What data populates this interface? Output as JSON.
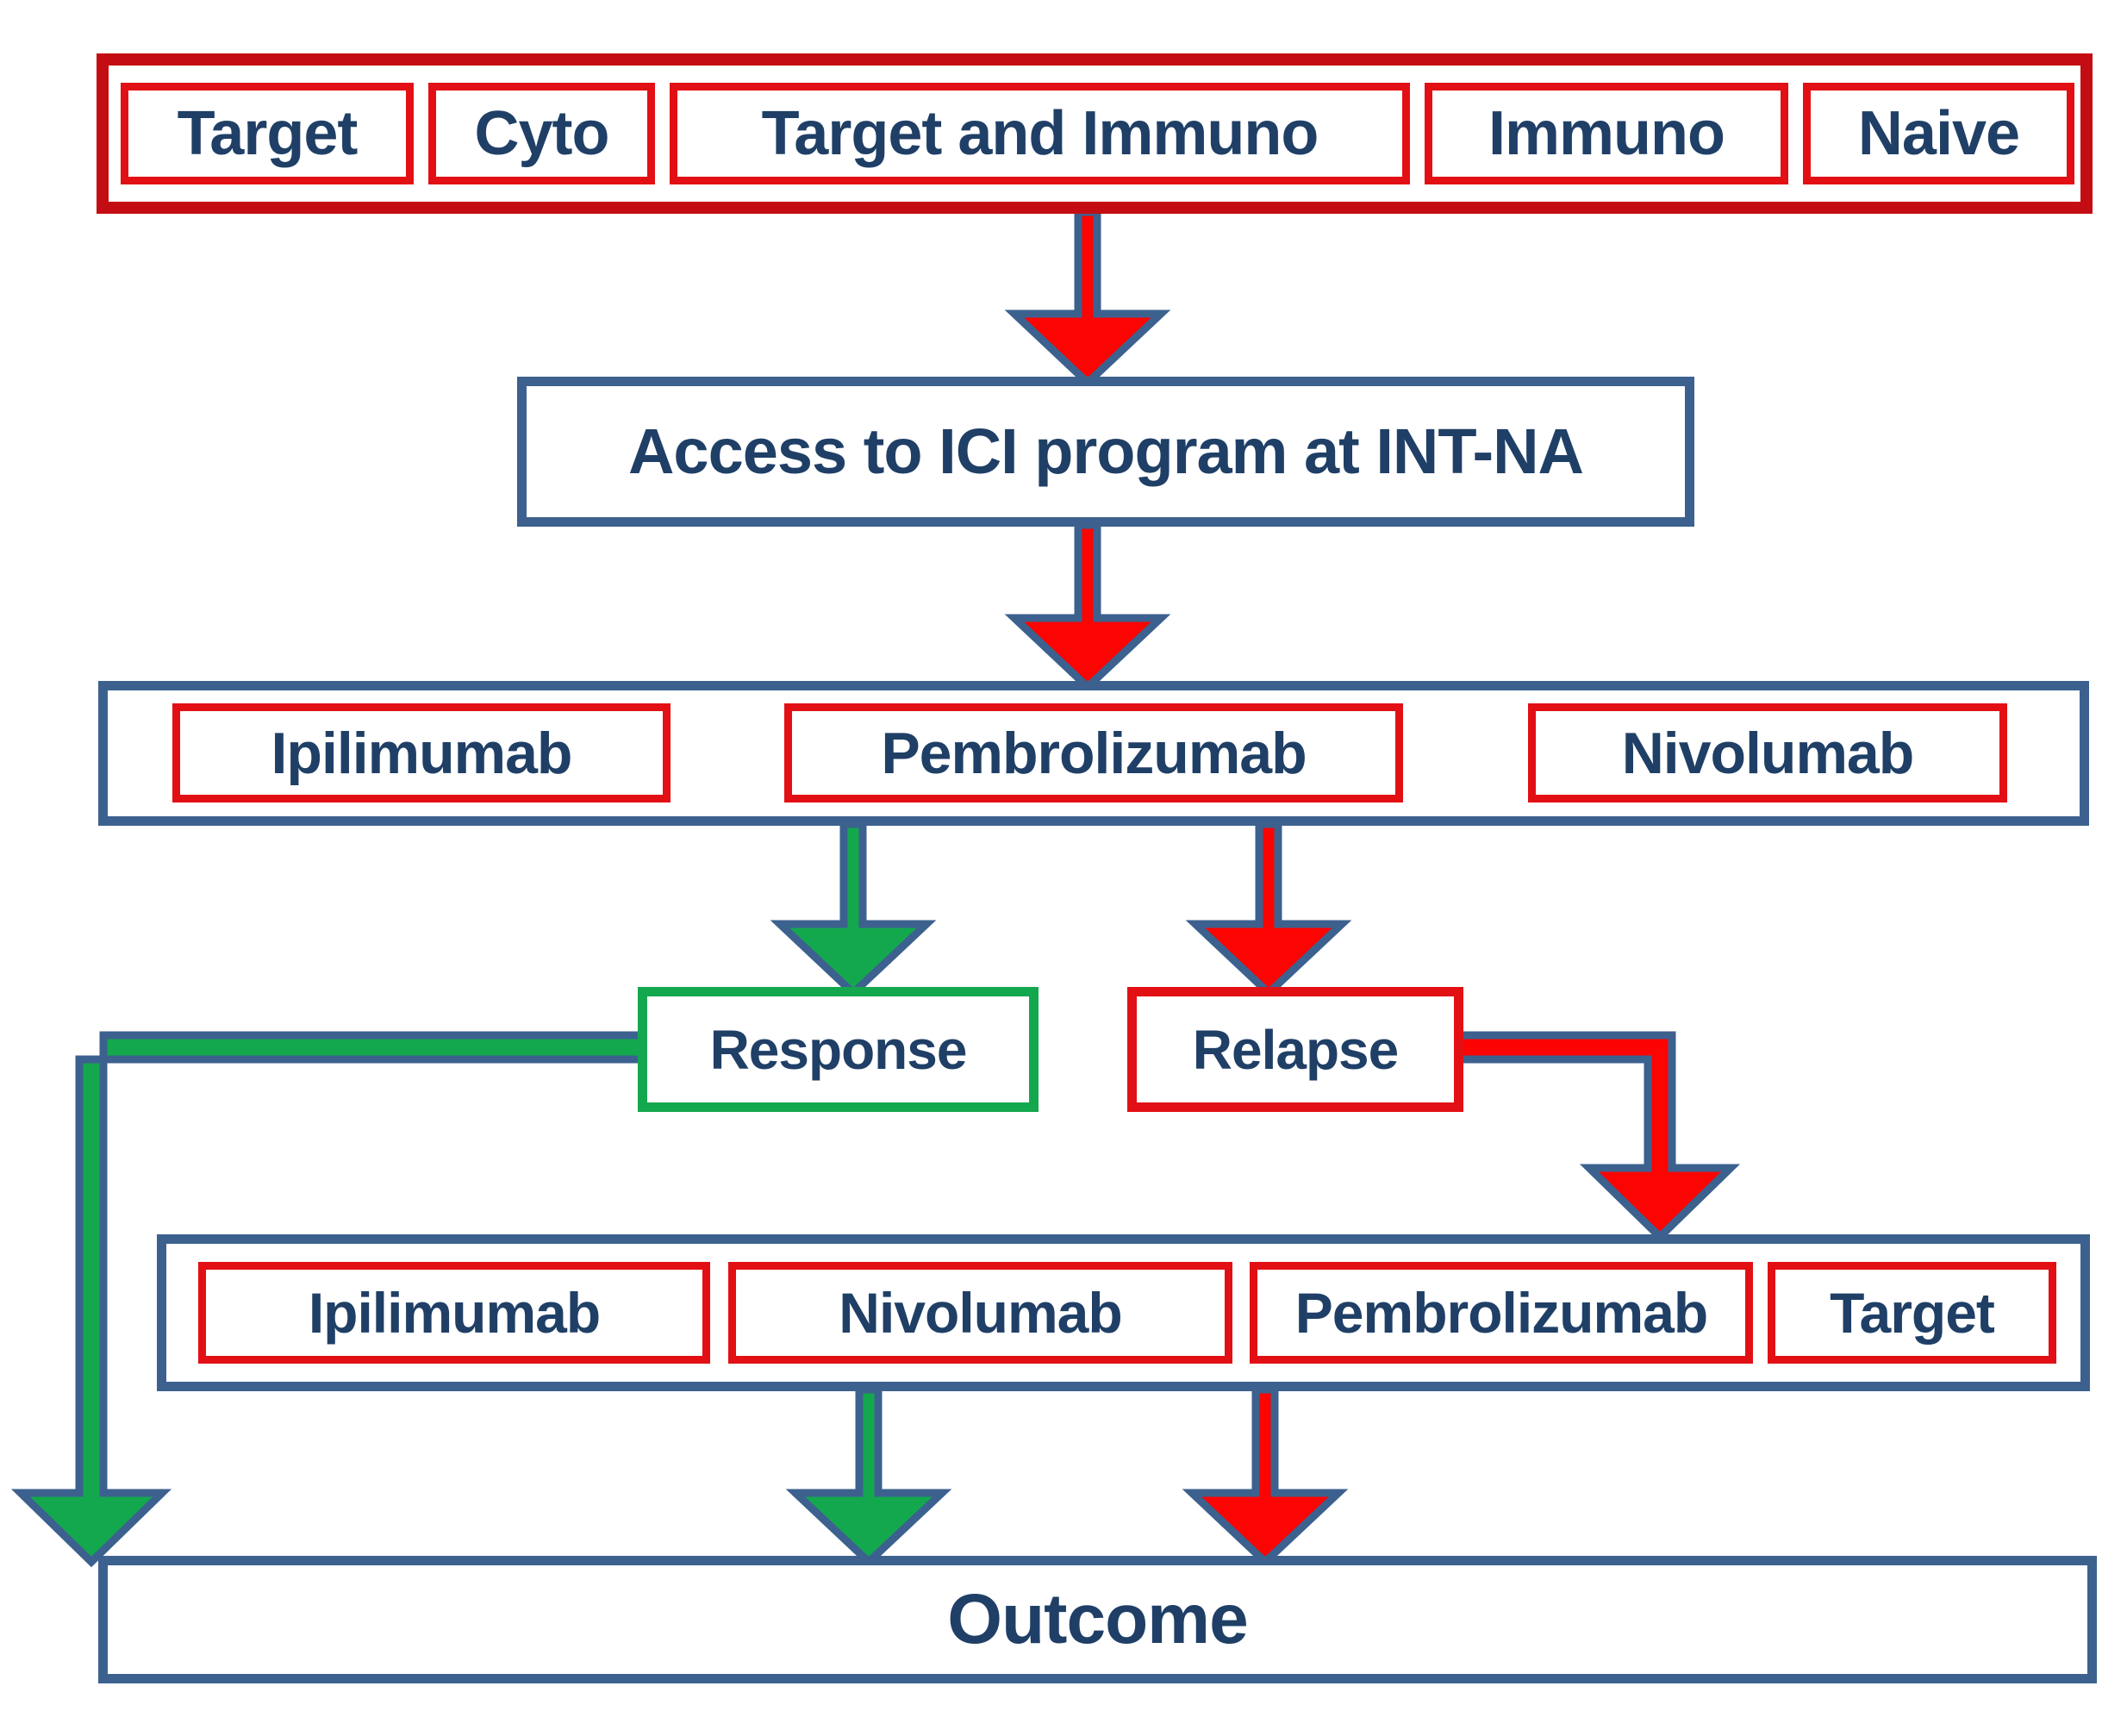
{
  "colors": {
    "red": "#e21014",
    "red_dark": "#c40d12",
    "arrow_red": "#fb0402",
    "green": "#14a84e",
    "steel_blue": "#3c618f",
    "navy": "#1f3f66"
  },
  "stage1": {
    "items": [
      "Target",
      "Cyto",
      "Target and Immuno",
      "Immuno",
      "Naive"
    ]
  },
  "access": {
    "label": "Access to ICI program at INT-NA"
  },
  "first_line": {
    "items": [
      "Ipilimumab",
      "Pembrolizumab",
      "Nivolumab"
    ]
  },
  "response": {
    "label": "Response"
  },
  "relapse": {
    "label": "Relapse"
  },
  "second_line": {
    "items": [
      "Ipilimumab",
      "Nivolumab",
      "Pembrolizumab",
      "Target"
    ]
  },
  "outcome": {
    "label": "Outcome"
  }
}
